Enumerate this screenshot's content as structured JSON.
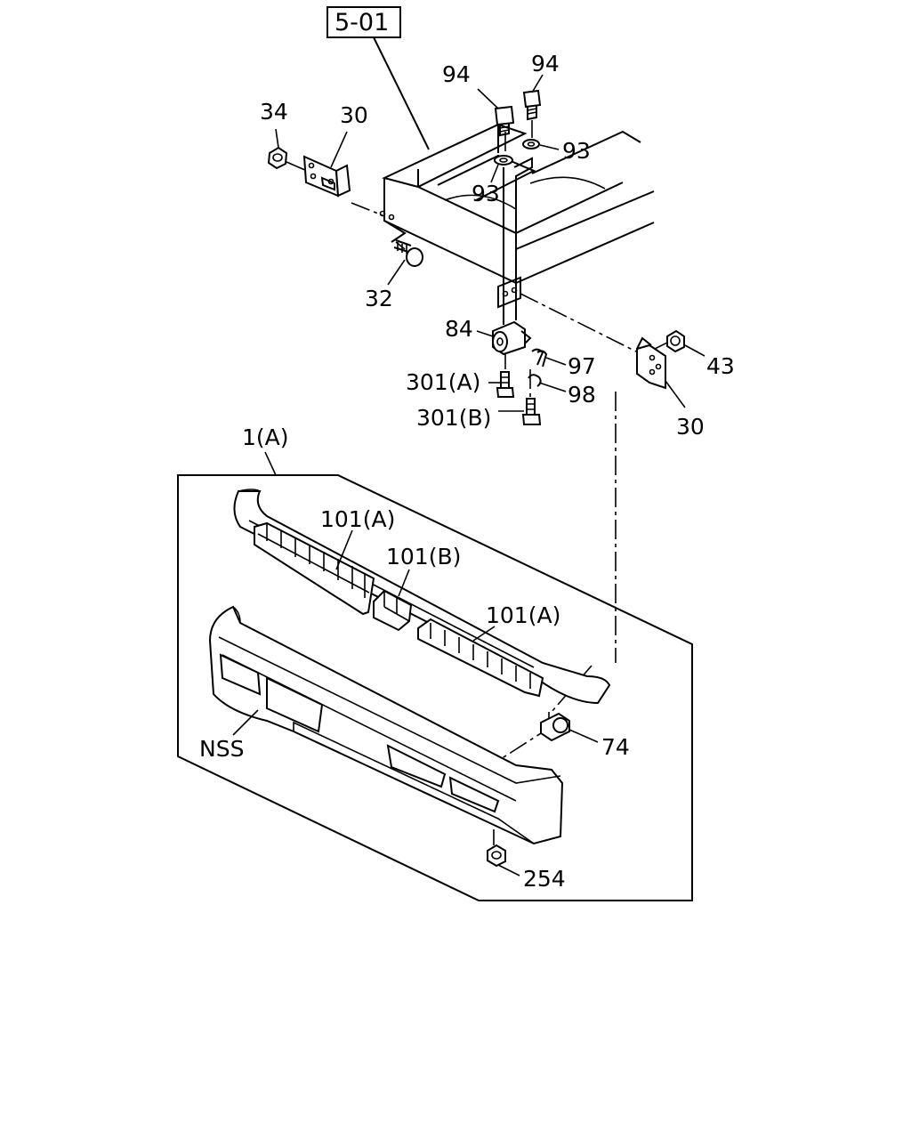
{
  "ref_box": "5-01",
  "callouts": {
    "c94a": "94",
    "c94b": "94",
    "c93a": "93",
    "c93b": "93",
    "c34": "34",
    "c30a": "30",
    "c32": "32",
    "c84": "84",
    "c97": "97",
    "c98": "98",
    "c301a": "301(A)",
    "c301b": "301(B)",
    "c43": "43",
    "c30b": "30",
    "c1a": "1(A)",
    "c101a1": "101(A)",
    "c101b": "101(B)",
    "c101a2": "101(A)",
    "cnss": "NSS",
    "c74": "74",
    "c254": "254"
  }
}
